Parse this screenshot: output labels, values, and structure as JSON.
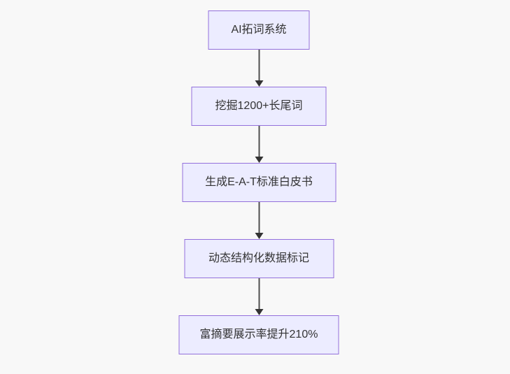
{
  "diagram": {
    "type": "flowchart",
    "direction": "top-down",
    "nodes": [
      {
        "id": "step-1",
        "label": "AI拓词系统"
      },
      {
        "id": "step-2",
        "label": "挖掘1200+长尾词"
      },
      {
        "id": "step-3",
        "label": "生成E-A-T标准白皮书"
      },
      {
        "id": "step-4",
        "label": "动态结构化数据标记"
      },
      {
        "id": "step-5",
        "label": "富摘要展示率提升210%"
      }
    ],
    "edges": [
      {
        "from": "step-1",
        "to": "step-2",
        "style": "arrow-down"
      },
      {
        "from": "step-2",
        "to": "step-3",
        "style": "arrow-down"
      },
      {
        "from": "step-3",
        "to": "step-4",
        "style": "arrow-down"
      },
      {
        "from": "step-4",
        "to": "step-5",
        "style": "arrow-down"
      }
    ],
    "colors": {
      "background": "#f8f8f8",
      "node_fill": "#ececff",
      "node_border": "#9370db",
      "text": "#333333",
      "arrow_line": "#4f4f4f",
      "arrow_head": "#333333"
    }
  }
}
